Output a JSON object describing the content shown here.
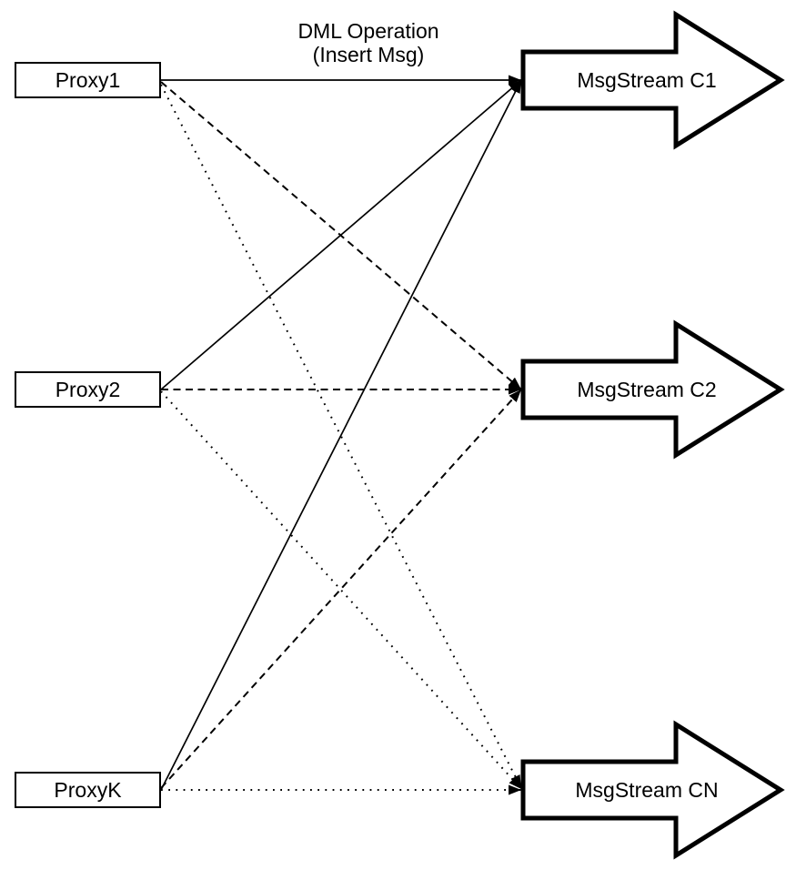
{
  "canvas": {
    "background": "#ffffff",
    "line_color": "#000000",
    "shape_fill": "#ffffff"
  },
  "annotation": {
    "line1": "DML Operation",
    "line2": "(Insert Msg)"
  },
  "proxies": [
    {
      "label": "Proxy1"
    },
    {
      "label": "Proxy2"
    },
    {
      "label": "ProxyK"
    }
  ],
  "streams": [
    {
      "label": "MsgStream C1",
      "edge_style": "solid"
    },
    {
      "label": "MsgStream C2",
      "edge_style": "dashed"
    },
    {
      "label": "MsgStream CN",
      "edge_style": "dotted"
    }
  ],
  "edges": [
    {
      "from": "Proxy1",
      "to": "MsgStream C1",
      "style": "solid"
    },
    {
      "from": "Proxy2",
      "to": "MsgStream C1",
      "style": "solid"
    },
    {
      "from": "ProxyK",
      "to": "MsgStream C1",
      "style": "solid"
    },
    {
      "from": "Proxy1",
      "to": "MsgStream C2",
      "style": "dashed"
    },
    {
      "from": "Proxy2",
      "to": "MsgStream C2",
      "style": "dashed"
    },
    {
      "from": "ProxyK",
      "to": "MsgStream C2",
      "style": "dashed"
    },
    {
      "from": "Proxy1",
      "to": "MsgStream CN",
      "style": "dotted"
    },
    {
      "from": "Proxy2",
      "to": "MsgStream CN",
      "style": "dotted"
    },
    {
      "from": "ProxyK",
      "to": "MsgStream CN",
      "style": "dotted"
    }
  ]
}
